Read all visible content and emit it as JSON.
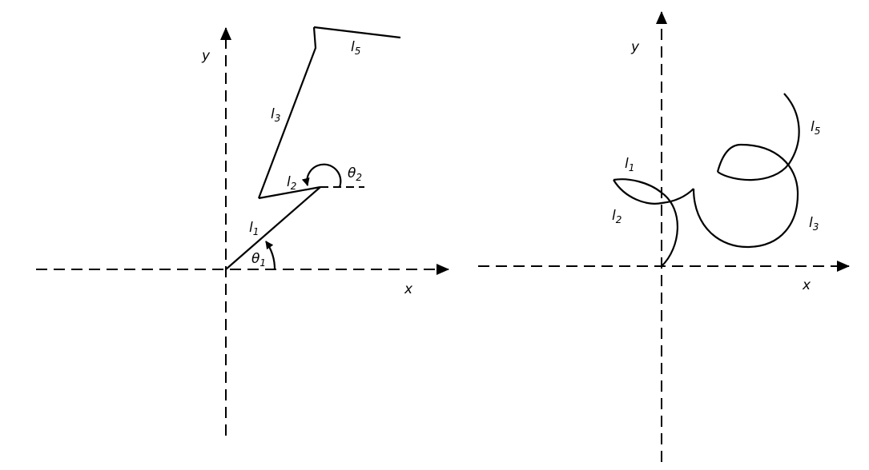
{
  "left_diagram": {
    "axis_x": "x",
    "axis_y": "y",
    "links": [
      {
        "name": "l",
        "sub": "1"
      },
      {
        "name": "l",
        "sub": "2"
      },
      {
        "name": "l",
        "sub": "3"
      },
      {
        "name": "l",
        "sub": "5"
      }
    ],
    "angles": [
      {
        "name": "θ",
        "sub": "1"
      },
      {
        "name": "θ",
        "sub": "2"
      }
    ]
  },
  "right_diagram": {
    "axis_x": "x",
    "axis_y": "y",
    "links": [
      {
        "name": "l",
        "sub": "1"
      },
      {
        "name": "l",
        "sub": "2"
      },
      {
        "name": "l",
        "sub": "3"
      },
      {
        "name": "l",
        "sub": "5"
      }
    ]
  }
}
